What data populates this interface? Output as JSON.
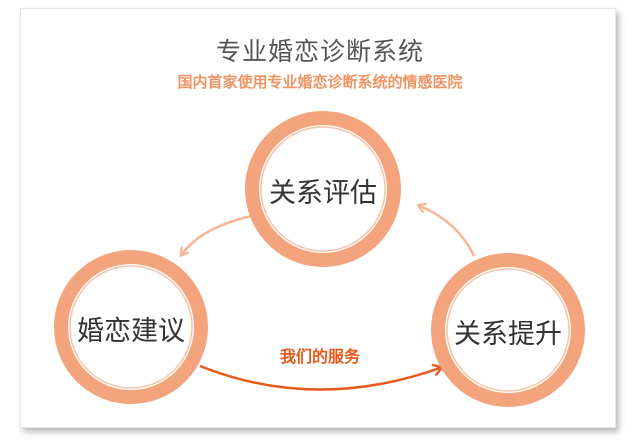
{
  "header": {
    "title": "专业婚恋诊断系统",
    "subtitle": "国内首家使用专业婚恋诊断系统的情感医院"
  },
  "nodes": [
    {
      "id": "evaluate",
      "label": "关系评估"
    },
    {
      "id": "advice",
      "label": "婚恋建议"
    },
    {
      "id": "improve",
      "label": "关系提升"
    }
  ],
  "cycle_label": "我们的服务",
  "colors": {
    "ring": "#f3a47c",
    "ring_inner": "#f8c4a6",
    "arrow_light": "#f6b594",
    "arrow_dark": "#e8581a",
    "title": "#555555",
    "subtitle": "#ef9464"
  }
}
